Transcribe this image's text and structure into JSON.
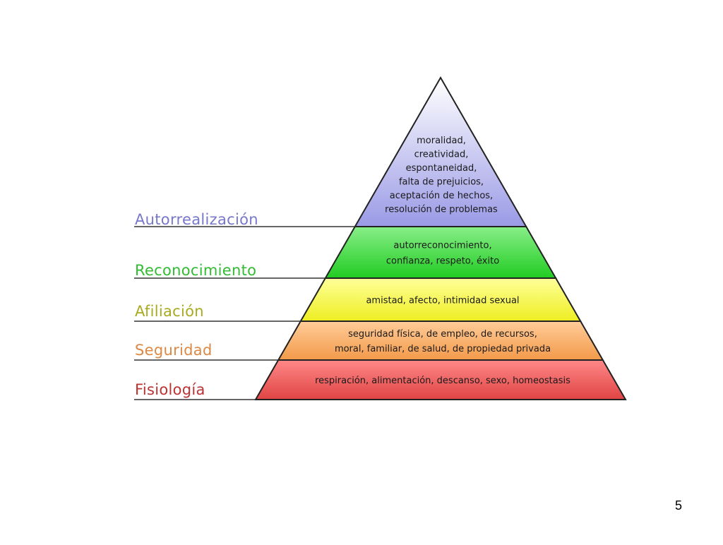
{
  "pyramid": {
    "levels": [
      {
        "name": "Autorrealización",
        "color": "#7777cc",
        "fill": "#b4b4ee",
        "lines": [
          "moralidad,",
          "creatividad,",
          "espontaneidad,",
          "falta de prejuicios,",
          "aceptación de hechos,",
          "resolución de problemas"
        ]
      },
      {
        "name": "Reconocimiento",
        "color": "#33bb33",
        "fill": "#44dd44",
        "lines": [
          "autorreconocimiento,",
          "confianza, respeto, éxito"
        ]
      },
      {
        "name": "Afiliación",
        "color": "#aaaa22",
        "fill": "#f2f232",
        "lines": [
          "amistad, afecto, intimidad sexual"
        ]
      },
      {
        "name": "Seguridad",
        "color": "#dd8844",
        "fill": "#f5a860",
        "lines": [
          "seguridad física, de empleo, de recursos,",
          "moral, familiar, de salud, de propiedad privada"
        ]
      },
      {
        "name": "Fisiología",
        "color": "#bb3333",
        "fill": "#e85a5a",
        "lines": [
          "respiración, alimentación, descanso, sexo, homeostasis"
        ]
      }
    ]
  },
  "page_number": "5"
}
